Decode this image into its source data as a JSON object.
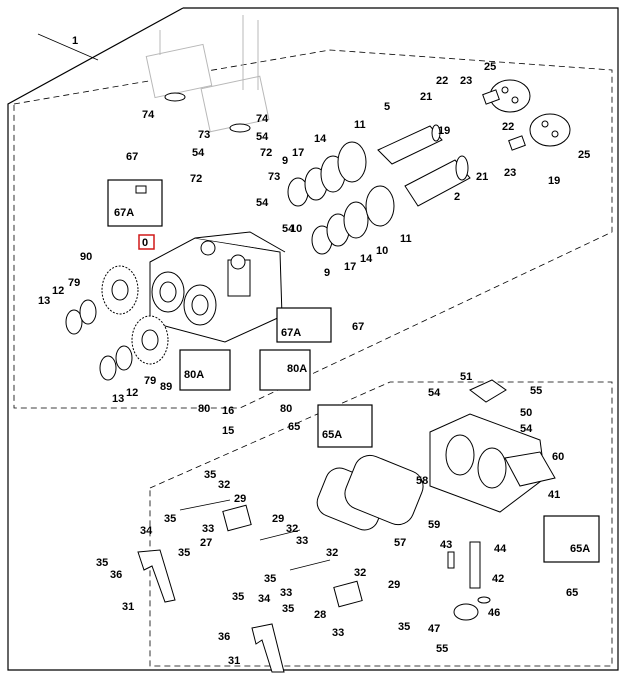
{
  "diagram": {
    "assembly_number": "1",
    "highlight_label": "0",
    "callouts": {
      "c74a": "74",
      "c74b": "74",
      "c73a": "73",
      "c73b": "73",
      "c54a": "54",
      "c54b": "54",
      "c54c": "54",
      "c54d": "54",
      "c54e": "54",
      "c72a": "72",
      "c72b": "72",
      "c67a": "67",
      "c67b": "67",
      "c22a": "22",
      "c22b": "22",
      "c23a": "23",
      "c23b": "23",
      "c25a": "25",
      "c25b": "25",
      "c21a": "21",
      "c21b": "21",
      "c19a": "19",
      "c19b": "19",
      "c5": "5",
      "c2": "2",
      "c11a": "11",
      "c11b": "11",
      "c14a": "14",
      "c14b": "14",
      "c17a": "17",
      "c17b": "17",
      "c9a": "9",
      "c9b": "9",
      "c10a": "10",
      "c10b": "10",
      "c90": "90",
      "c89": "89",
      "c79a": "79",
      "c79b": "79",
      "c12a": "12",
      "c12b": "12",
      "c13a": "13",
      "c13b": "13",
      "c80a": "80",
      "c80b": "80",
      "c16": "16",
      "c15": "15",
      "c65a": "65",
      "c65b": "65",
      "c51": "51",
      "c55a": "55",
      "c55b": "55",
      "c50": "50",
      "c60": "60",
      "c58": "58",
      "c41": "41",
      "c59": "59",
      "c57": "57",
      "c44": "44",
      "c43": "43",
      "c42": "42",
      "c46": "46",
      "c47": "47",
      "c35a": "35",
      "c35b": "35",
      "c35c": "35",
      "c35d": "35",
      "c35e": "35",
      "c35f": "35",
      "c35g": "35",
      "c35h": "35",
      "c32a": "32",
      "c32b": "32",
      "c32c": "32",
      "c32d": "32",
      "c29a": "29",
      "c29b": "29",
      "c29c": "29",
      "c33a": "33",
      "c33b": "33",
      "c33c": "33",
      "c33d": "33",
      "c27": "27",
      "c28": "28",
      "c34a": "34",
      "c34b": "34",
      "c36a": "36",
      "c36b": "36",
      "c31a": "31",
      "c31b": "31"
    },
    "boxes": {
      "b67a_top": "67A",
      "b67a_mid": "67A",
      "b80a_left": "80A",
      "b80a_right": "80A",
      "b65a_left": "65A",
      "b65a_right": "65A"
    }
  }
}
